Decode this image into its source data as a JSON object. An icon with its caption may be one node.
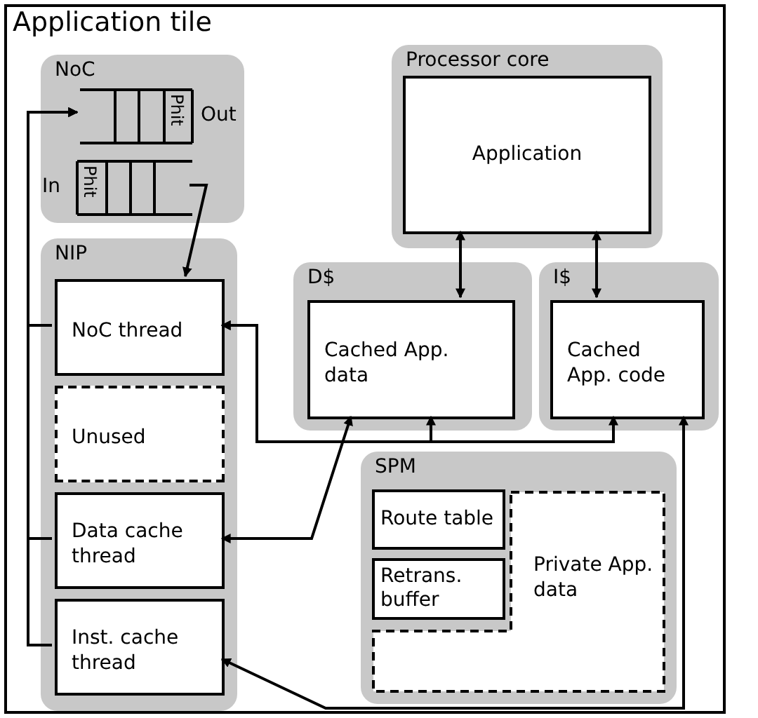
{
  "diagram": {
    "nodes": [
      {
        "text": [
          "Application tile"
        ]
      },
      {
        "text": [
          "NoC"
        ],
        "in": 0
      },
      {
        "text": [
          "Phit"
        ],
        "in": 1,
        "beside": [
          "Out"
        ]
      },
      {
        "text": [
          "Phit"
        ],
        "in": 1,
        "beside": [
          "In"
        ]
      },
      {
        "text": [
          "NIP"
        ],
        "in": 0
      },
      {
        "text": [
          "NoC thread"
        ],
        "in": 4
      },
      {
        "text": [
          "Unused"
        ],
        "in": 4
      },
      {
        "text": [
          "Data cache thread"
        ],
        "in": 4
      },
      {
        "text": [
          "Inst. cache thread"
        ],
        "in": 4
      },
      {
        "text": [
          "Processor core"
        ],
        "in": 0
      },
      {
        "text": [
          "Application"
        ],
        "in": 9
      },
      {
        "text": [
          "D$"
        ],
        "in": 0
      },
      {
        "text": [
          "Cached App. data"
        ],
        "in": 11
      },
      {
        "text": [
          "I$"
        ],
        "in": 0
      },
      {
        "text": [
          "Cached App. code"
        ],
        "in": 13
      },
      {
        "text": [
          "SPM"
        ],
        "in": 0
      },
      {
        "text": [
          "Route table"
        ],
        "in": 15
      },
      {
        "text": [
          "Retrans. buffer"
        ],
        "in": 15
      },
      {
        "text": [
          "Private App. data"
        ],
        "in": 15
      }
    ],
    "edges": [
      {
        "from": 5,
        "to": 2,
        "arrow": "to"
      },
      {
        "from": 7,
        "to": 2,
        "arrow": "to"
      },
      {
        "from": 8,
        "to": 2,
        "arrow": "to"
      },
      {
        "from": 3,
        "to": 5,
        "arrow": "to"
      },
      {
        "from": 10,
        "to": 12,
        "arrow": "both"
      },
      {
        "from": 10,
        "to": 14,
        "arrow": "both"
      },
      {
        "from": 5,
        "to": 12,
        "arrow": "both"
      },
      {
        "from": 5,
        "to": 14,
        "arrow": "both"
      },
      {
        "from": 7,
        "to": 12,
        "arrow": "both"
      },
      {
        "from": 8,
        "to": 14,
        "arrow": "both"
      }
    ]
  }
}
